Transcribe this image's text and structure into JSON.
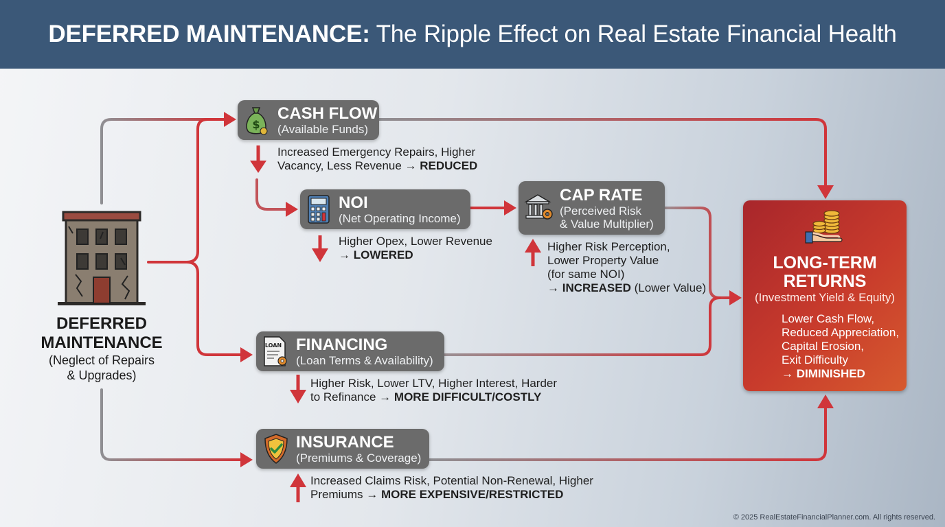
{
  "header": {
    "title_bold": "DEFERRED MAINTENANCE:",
    "title_rest": "The Ripple Effect on Real Estate Financial Health"
  },
  "source": {
    "title_line1": "DEFERRED",
    "title_line2": "MAINTENANCE",
    "sub_line1": "(Neglect of Repairs",
    "sub_line2": "& Upgrades)"
  },
  "cash_flow": {
    "title": "CASH FLOW",
    "subtitle": "(Available Funds)",
    "desc_line1": "Increased Emergency Repairs, Higher",
    "desc_line2_pre": "Vacancy, Less Revenue → ",
    "desc_line2_bold": "REDUCED"
  },
  "noi": {
    "title": "NOI",
    "subtitle": "(Net Operating Income)",
    "desc_line1": "Higher Opex, Lower Revenue",
    "desc_line2_bold": "→ LOWERED"
  },
  "cap_rate": {
    "title": "CAP RATE",
    "sub_line1": "(Perceived Risk",
    "sub_line2": "& Value Multiplier)",
    "desc_line1": "Higher Risk Perception,",
    "desc_line2": "Lower Property Value",
    "desc_line3": "(for same NOI)",
    "desc_line4_bold": "→ INCREASED",
    "desc_line4_rest": " (Lower Value)"
  },
  "financing": {
    "title": "FINANCING",
    "subtitle": "(Loan Terms & Availability)",
    "icon_text": "LOAN",
    "desc_line1": "Higher Risk, Lower LTV, Higher Interest, Harder",
    "desc_line2_pre": "to Refinance → ",
    "desc_line2_bold": "MORE DIFFICULT/COSTLY"
  },
  "insurance": {
    "title": "INSURANCE",
    "subtitle": "(Premiums & Coverage)",
    "desc_line1": "Increased Claims Risk, Potential Non-Renewal, Higher",
    "desc_line2_pre": "Premiums → ",
    "desc_line2_bold": "MORE EXPENSIVE/RESTRICTED"
  },
  "long_term": {
    "title_line1": "LONG-TERM",
    "title_line2": "RETURNS",
    "subtitle": "(Investment Yield & Equity)",
    "desc_line1": "Lower Cash Flow,",
    "desc_line2": "Reduced Appreciation,",
    "desc_line3": "Capital Erosion,",
    "desc_line4": "Exit Difficulty",
    "desc_line5_bold": "→ DIMINISHED"
  },
  "colors": {
    "header_bg": "#3b5878",
    "box_bg": "#6b6b6b",
    "arrow_red": "#d0353a",
    "returns_gradient_start": "#a8262b",
    "returns_gradient_end": "#d65a2e"
  },
  "icons": {
    "source": "building-icon",
    "cash_flow": "money-bag-icon",
    "noi": "calculator-icon",
    "cap_rate": "bank-gear-icon",
    "financing": "loan-document-icon",
    "insurance": "shield-check-icon",
    "long_term": "coins-hand-icon"
  },
  "footer": {
    "copyright": "© 2025 RealEstateFinancialPlanner.com. All rights reserved."
  }
}
